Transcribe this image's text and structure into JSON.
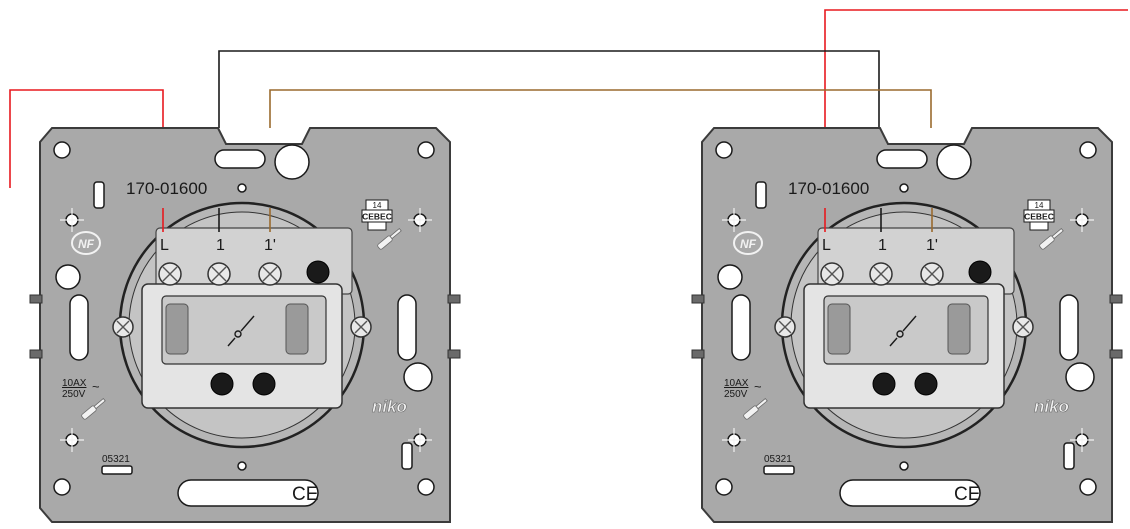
{
  "colors": {
    "live_wire": "#e8191f",
    "common_wire": "#1a1a1a",
    "traveler_wire": "#9a6a2e",
    "plate_fill": "#a9a9a9",
    "plate_stroke": "#3b3b3b",
    "terminal_block": "#d2d2d2"
  },
  "switches": [
    {
      "model": "170-01600",
      "terminal_labels": [
        "L",
        "1",
        "1'"
      ],
      "rating_current": "10AX",
      "rating_voltage": "250V",
      "rating_ac": "~",
      "code": "05321",
      "cebec_number": "14",
      "cebec_label": "CEBEC",
      "nf_mark": "NF",
      "brand": "niko",
      "ce_mark": "CE"
    },
    {
      "model": "170-01600",
      "terminal_labels": [
        "L",
        "1",
        "1'"
      ],
      "rating_current": "10AX",
      "rating_voltage": "250V",
      "rating_ac": "~",
      "code": "05321",
      "cebec_number": "14",
      "cebec_label": "CEBEC",
      "nf_mark": "NF",
      "brand": "niko",
      "ce_mark": "CE"
    }
  ]
}
